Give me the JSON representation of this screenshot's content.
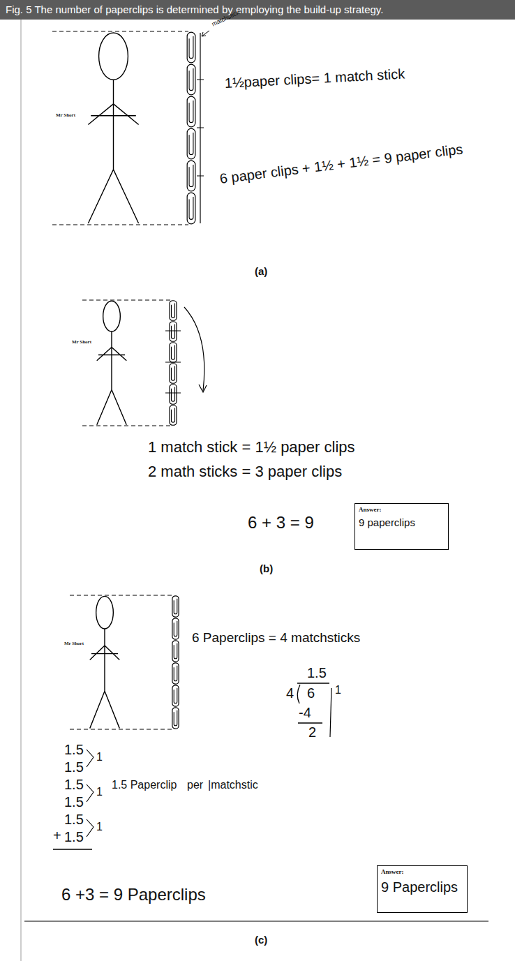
{
  "diagram": {
    "title": "Fig. 5 The number of paperclips is determined by employing the build-up strategy.",
    "nodes": [
      {
        "text": [
          "Answer:",
          "9 paperclips"
        ]
      },
      {
        "text": [
          "Answer:",
          "9 Paperclips"
        ]
      }
    ],
    "labels": [
      "matchstick",
      "Mr Short",
      "1½paper clips= 1 match stick",
      "6 paper clips + 1½ + 1½ = 9 paper clips",
      "(a)",
      "Mr Short",
      "1 match stick = 1½ paper clips",
      "2 math sticks = 3 paper clips",
      "6 + 3 = 9",
      "(b)",
      "Mr Short",
      "6 Paperclips = 4 matchsticks",
      "1.5",
      "4",
      "6",
      "-4",
      "2",
      "1",
      "1.5",
      "1",
      "1.5",
      "1.5",
      "1",
      "1.5",
      "1.5",
      "1",
      "+",
      "1.5",
      "1.5 Paperclip",
      "per",
      "|matchstic",
      "6 +3 = 9 Paperclips",
      "(c)"
    ]
  }
}
